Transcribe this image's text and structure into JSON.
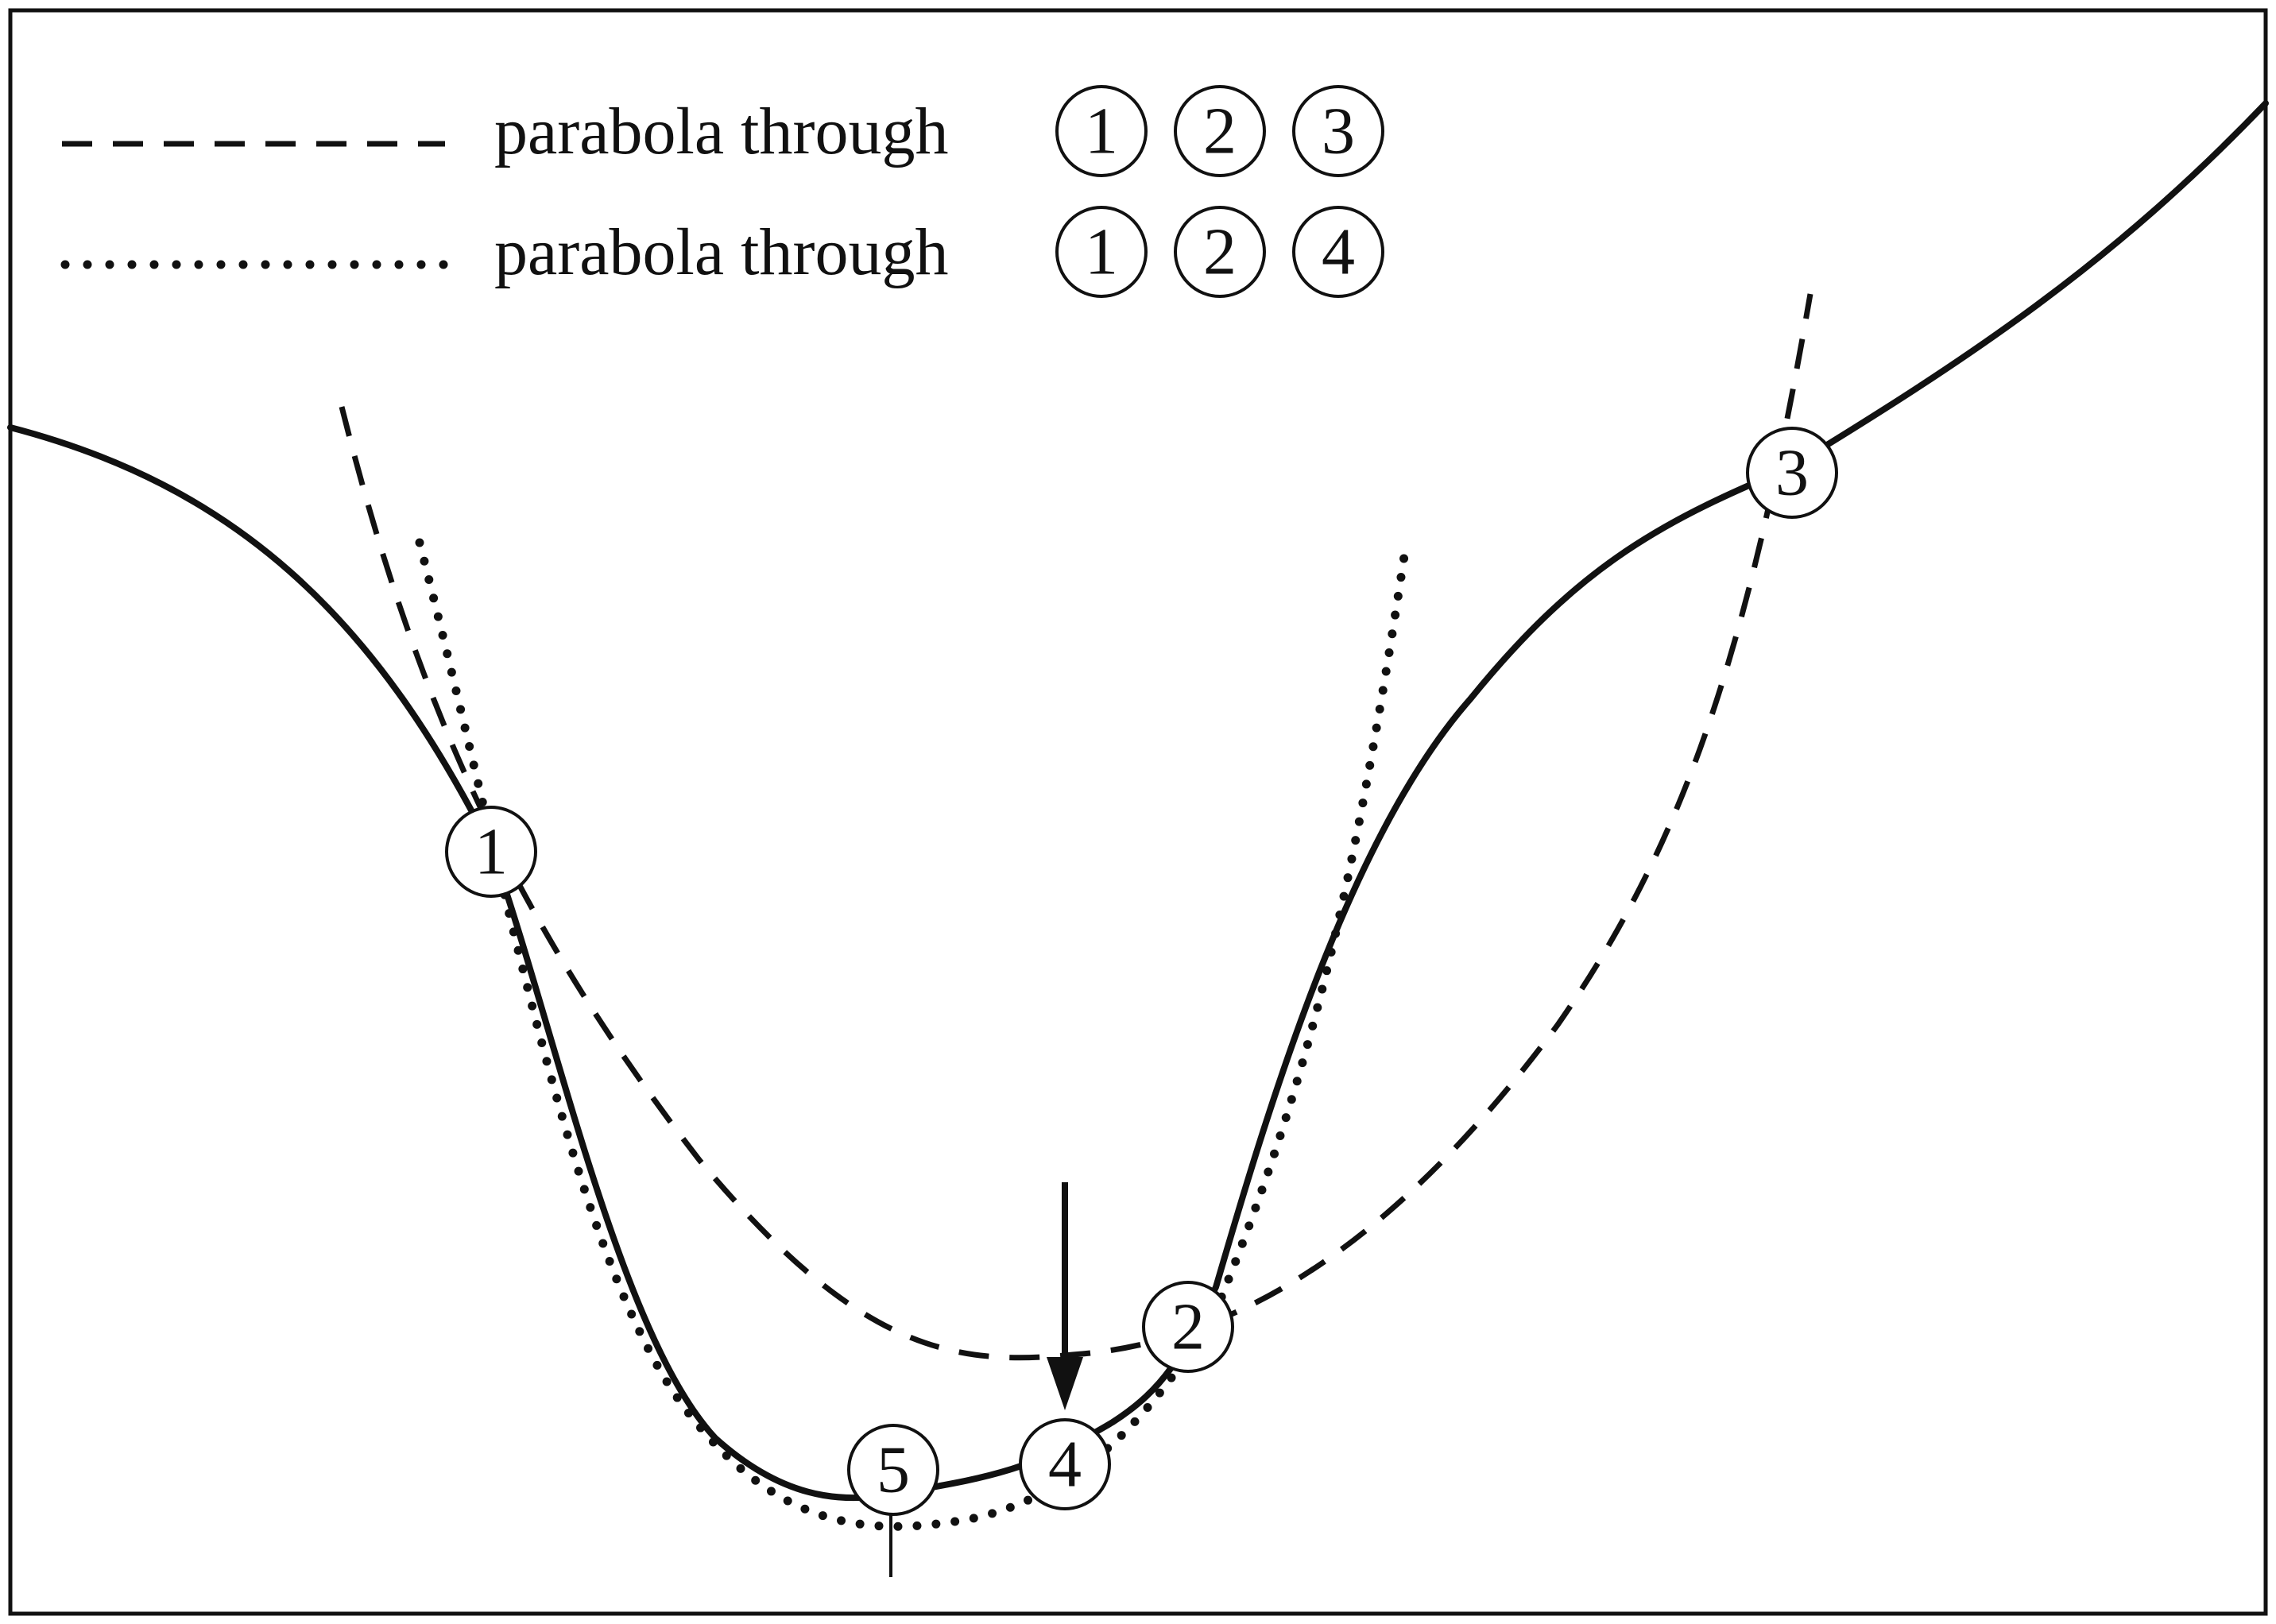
{
  "legend": {
    "items": [
      {
        "line_style": "dashed",
        "label": "parabola through",
        "point_numbers": [
          "1",
          "2",
          "3"
        ]
      },
      {
        "line_style": "dotted",
        "label": "parabola through",
        "point_numbers": [
          "1",
          "2",
          "4"
        ]
      }
    ]
  },
  "points": [
    {
      "number": "1"
    },
    {
      "number": "2"
    },
    {
      "number": "3"
    },
    {
      "number": "4"
    },
    {
      "number": "5"
    }
  ],
  "colors": {
    "ink": "#111111",
    "background": "#ffffff"
  }
}
